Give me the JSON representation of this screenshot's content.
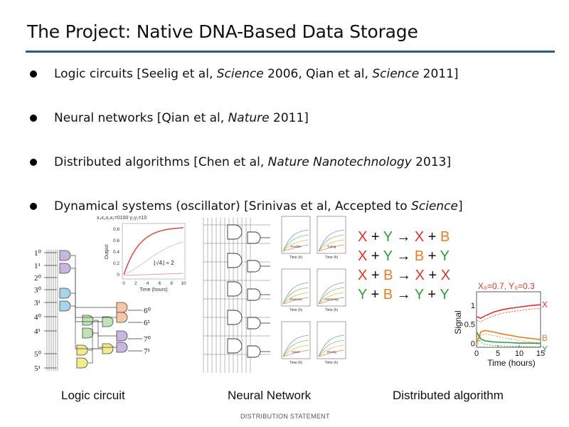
{
  "slide": {
    "title": "The Project: Native DNA-Based Data Storage",
    "bullets": [
      {
        "parts": [
          {
            "t": "Logic circuits [Seelig et al, ",
            "i": false
          },
          {
            "t": "Science",
            "i": true
          },
          {
            "t": " 2006, Qian et al, ",
            "i": false
          },
          {
            "t": "Science",
            "i": true
          },
          {
            "t": " 2011]",
            "i": false
          }
        ]
      },
      {
        "parts": [
          {
            "t": "Neural networks [Qian et al, ",
            "i": false
          },
          {
            "t": "Nature",
            "i": true
          },
          {
            "t": " 2011]",
            "i": false
          }
        ]
      },
      {
        "parts": [
          {
            "t": "Distributed algorithms [Chen et al, ",
            "i": false
          },
          {
            "t": "Nature Nanotechnology",
            "i": true
          },
          {
            "t": " 2013]",
            "i": false
          }
        ]
      },
      {
        "parts": [
          {
            "t": "Dynamical systems (oscillator) [Srinivas et al, Accepted to ",
            "i": false
          },
          {
            "t": "Science",
            "i": true
          },
          {
            "t": "]",
            "i": false
          }
        ]
      }
    ],
    "captions": {
      "logic": "Logic circuit",
      "neural": "Neural Network",
      "distributed": "Distributed algorithm"
    },
    "footer": "DISTRIBUTION STATEMENT"
  },
  "logic_figure": {
    "inputs": [
      "1⁰",
      "1¹",
      "2⁰",
      "3⁰",
      "3¹",
      "4⁰",
      "4¹",
      "5⁰",
      "5¹"
    ],
    "outputs": [
      "6⁰",
      "6¹",
      "7⁰",
      "7¹"
    ],
    "inset": {
      "top_label": "x₄x₃x₂x₁=0100   y₂y₁=10",
      "ylabel": "Output",
      "xlabel": "Time (hours)",
      "yticks": [
        "0.8",
        "0.6",
        "0.4",
        "0.2",
        "0"
      ],
      "xticks": [
        "0",
        "2",
        "4",
        "6",
        "8",
        "10"
      ],
      "annotation": "⌊√4⌋ = 2"
    }
  },
  "neural_figure": {
    "panel_titles": [
      "Fredkin",
      "Turing",
      "Shannon",
      "Hamming",
      "Naive",
      "Strong"
    ],
    "xlabel": "Time (h)"
  },
  "reactions": [
    [
      [
        "X",
        "x"
      ],
      [
        " + ",
        "k"
      ],
      [
        "Y",
        "y"
      ],
      [
        " → ",
        "k"
      ],
      [
        "X",
        "x"
      ],
      [
        " + ",
        "k"
      ],
      [
        "B",
        "b"
      ]
    ],
    [
      [
        "X",
        "x"
      ],
      [
        " + ",
        "k"
      ],
      [
        "Y",
        "y"
      ],
      [
        " → ",
        "k"
      ],
      [
        "B",
        "b"
      ],
      [
        " + ",
        "k"
      ],
      [
        "Y",
        "y"
      ]
    ],
    [
      [
        "X",
        "x"
      ],
      [
        " + ",
        "k"
      ],
      [
        "B",
        "b"
      ],
      [
        " → ",
        "k"
      ],
      [
        "X",
        "x"
      ],
      [
        " + ",
        "k"
      ],
      [
        "X",
        "x"
      ]
    ],
    [
      [
        "Y",
        "y"
      ],
      [
        " + ",
        "k"
      ],
      [
        "B",
        "b"
      ],
      [
        " → ",
        "k"
      ],
      [
        "Y",
        "y"
      ],
      [
        " + ",
        "k"
      ],
      [
        "Y",
        "y"
      ]
    ]
  ],
  "chart_data": {
    "type": "line",
    "title": "",
    "annotation": "X₀=0.7,  Y₀=0.3",
    "xlabel": "Time (hours)",
    "ylabel": "Signal",
    "xlim": [
      0,
      15
    ],
    "ylim": [
      -0.1,
      1.2
    ],
    "xticks": [
      0,
      5,
      10,
      15
    ],
    "yticks": [
      0,
      0.5,
      1
    ],
    "ytick_labels": [
      "0",
      "0.5",
      "1"
    ],
    "grid": false,
    "series": [
      {
        "name": "X",
        "color": "#d9342b",
        "x": [
          0,
          1,
          2,
          4,
          6,
          8,
          10,
          12,
          15
        ],
        "y": [
          0.7,
          0.66,
          0.72,
          0.82,
          0.88,
          0.92,
          0.95,
          0.98,
          1.01
        ]
      },
      {
        "name": "B",
        "color": "#e67e22",
        "x": [
          0,
          1,
          2,
          4,
          6,
          8,
          10,
          12,
          15
        ],
        "y": [
          0.0,
          0.3,
          0.34,
          0.3,
          0.25,
          0.21,
          0.17,
          0.14,
          0.1
        ]
      },
      {
        "name": "Y",
        "color": "#2e9d3f",
        "x": [
          0,
          1,
          2,
          4,
          6,
          8,
          10,
          12,
          15
        ],
        "y": [
          0.3,
          0.12,
          0.07,
          0.04,
          0.03,
          0.02,
          0.01,
          0.01,
          0.0
        ]
      }
    ]
  },
  "colors": {
    "x": "#d9342b",
    "y": "#2e9d3f",
    "b": "#e67e22",
    "rule": "#2b5d8a"
  }
}
